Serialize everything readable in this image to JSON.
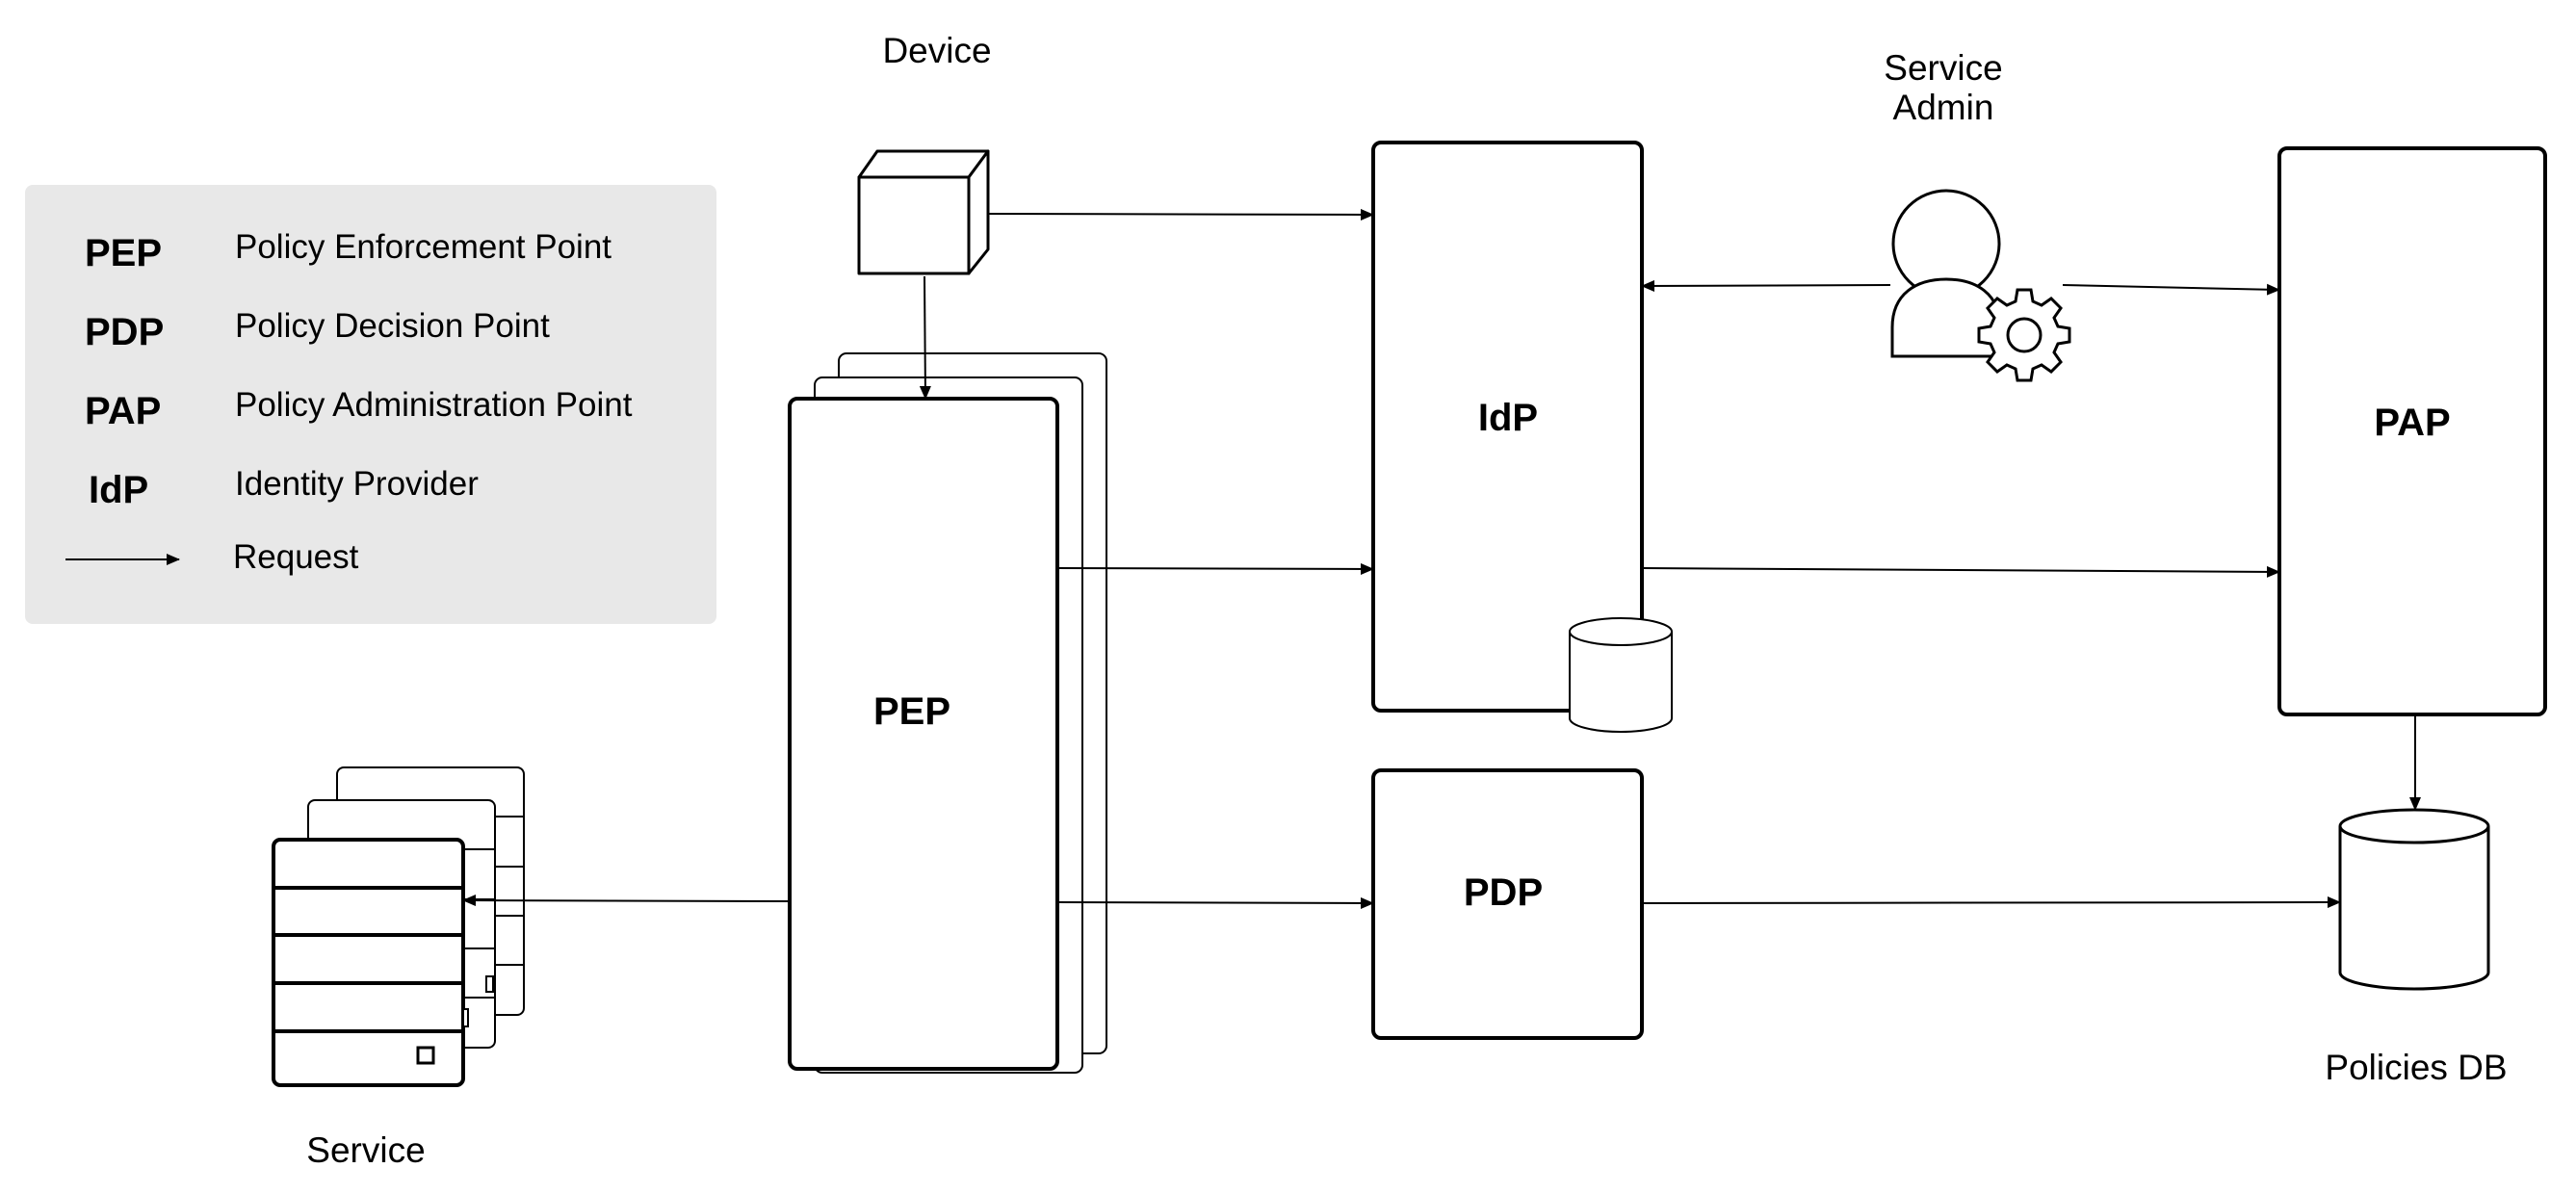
{
  "legend": {
    "items": [
      {
        "abbr": "PEP",
        "text": "Policy Enforcement Point"
      },
      {
        "abbr": "PDP",
        "text": "Policy Decision Point"
      },
      {
        "abbr": "PAP",
        "text": "Policy Administration Point"
      },
      {
        "abbr": "IdP",
        "text": "Identity Provider"
      }
    ],
    "arrow_text": "Request"
  },
  "nodes": {
    "device": "Device",
    "service_admin_line1": "Service",
    "service_admin_line2": "Admin",
    "pep": "PEP",
    "idp": "IdP",
    "pap": "PAP",
    "pdp": "PDP",
    "service": "Service",
    "policies_db": "Policies DB"
  },
  "colors": {
    "stroke": "#000000",
    "legend_bg": "#e8e8e8",
    "box_fill": "#ffffff"
  }
}
